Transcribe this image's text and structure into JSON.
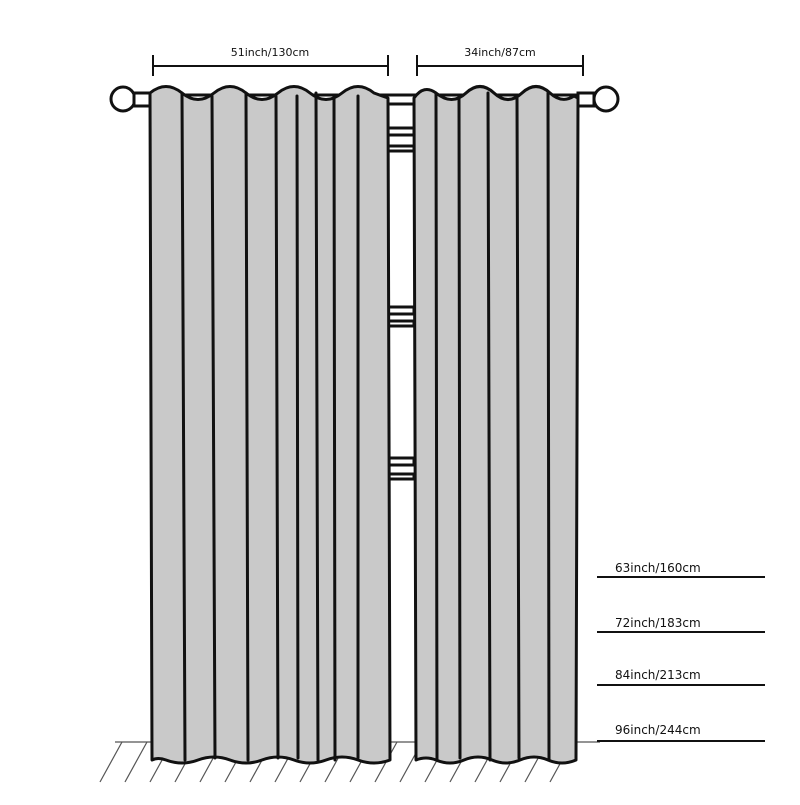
{
  "dimensions": {
    "panel_left_width": "51inch/130cm",
    "panel_right_width": "34inch/87cm",
    "lengths": [
      "63inch/160cm",
      "72inch/183cm",
      "84inch/213cm",
      "96inch/244cm"
    ]
  },
  "colors": {
    "fabric": "#c9c9c9",
    "outline": "#111111",
    "background": "#ffffff"
  }
}
